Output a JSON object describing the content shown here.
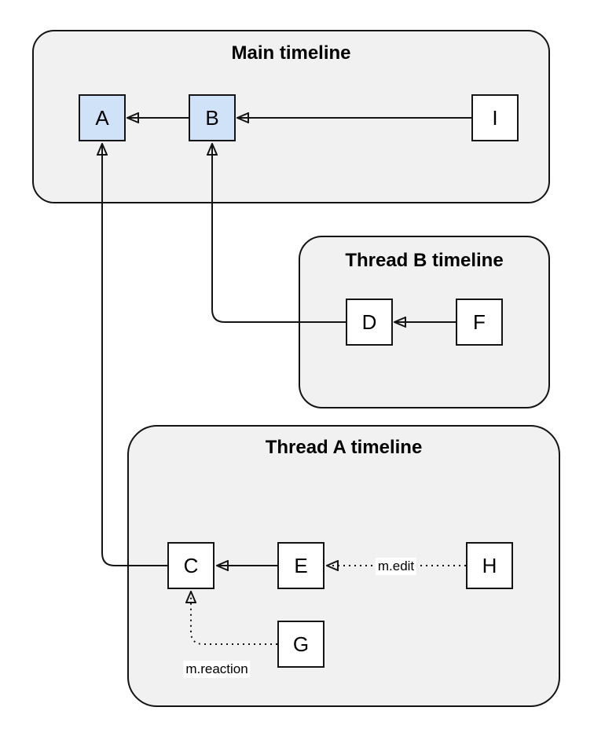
{
  "diagram": {
    "type": "event-graph",
    "description_visible_text_only": true,
    "colors": {
      "canvas_background": "#ffffff",
      "group_fill": "#f1f1f1",
      "node_fill": "#ffffff",
      "highlight_node_fill": "#cfe2f7",
      "border": "#141414",
      "text": "#000000"
    }
  },
  "groups": [
    {
      "id": "main-timeline",
      "title": "Main timeline"
    },
    {
      "id": "thread-b-timeline",
      "title": "Thread B timeline"
    },
    {
      "id": "thread-a-timeline",
      "title": "Thread A timeline"
    }
  ],
  "nodes": {
    "a": {
      "label": "A",
      "timeline": "Main timeline",
      "highlighted": true
    },
    "b": {
      "label": "B",
      "timeline": "Main timeline",
      "highlighted": true
    },
    "i": {
      "label": "I",
      "timeline": "Main timeline",
      "highlighted": false
    },
    "d": {
      "label": "D",
      "timeline": "Thread B timeline",
      "highlighted": false
    },
    "f": {
      "label": "F",
      "timeline": "Thread B timeline",
      "highlighted": false
    },
    "c": {
      "label": "C",
      "timeline": "Thread A timeline",
      "highlighted": false
    },
    "e": {
      "label": "E",
      "timeline": "Thread A timeline",
      "highlighted": false
    },
    "h": {
      "label": "H",
      "timeline": "Thread A timeline",
      "highlighted": false
    },
    "g": {
      "label": "G",
      "timeline": "Thread A timeline",
      "highlighted": false
    }
  },
  "edges": [
    {
      "from": "B",
      "to": "A",
      "style": "solid",
      "label": ""
    },
    {
      "from": "I",
      "to": "B",
      "style": "solid",
      "label": ""
    },
    {
      "from": "D",
      "to": "B",
      "style": "solid",
      "label": ""
    },
    {
      "from": "F",
      "to": "D",
      "style": "solid",
      "label": ""
    },
    {
      "from": "C",
      "to": "A",
      "style": "solid",
      "label": ""
    },
    {
      "from": "E",
      "to": "C",
      "style": "solid",
      "label": ""
    },
    {
      "from": "H",
      "to": "E",
      "style": "dotted",
      "label": "m.edit"
    },
    {
      "from": "G",
      "to": "C",
      "style": "dotted",
      "label": "m.reaction"
    }
  ],
  "edge_labels": {
    "edit": "m.edit",
    "reaction": "m.reaction"
  }
}
